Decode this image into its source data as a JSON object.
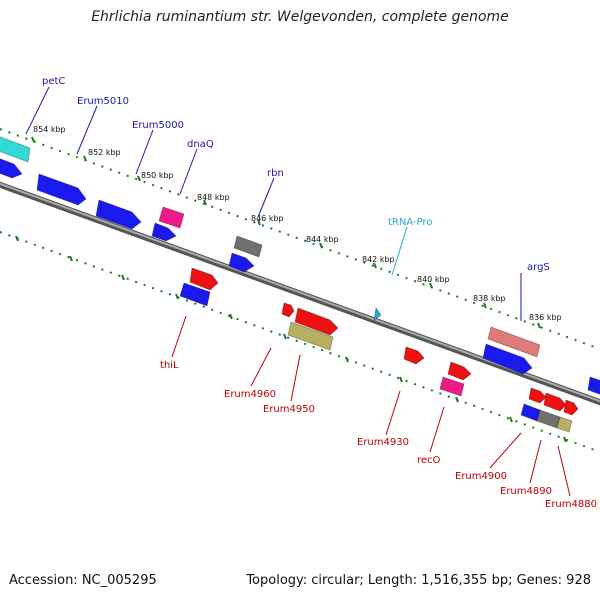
{
  "title": "Ehrlichia ruminantium str. Welgevonden, complete genome",
  "footer": {
    "accession": "Accession: NC_005295",
    "summary": "Topology: circular; Length: 1,516,355 bp; Genes: 928"
  },
  "colors": {
    "backbone": "#808080",
    "ticks": "#1f7a1f",
    "label_upper": "#1a1aa6",
    "label_lower": "#c00000",
    "label_trna": "#29a9d8",
    "gene_blue": "#1a1aee",
    "gene_red": "#ee1111",
    "gene_cyan": "#33d9d9",
    "gene_magenta": "#ee1a8a",
    "gene_gray": "#6f6f6f",
    "gene_olive": "#b8b060",
    "gene_pink": "#e07a7a"
  },
  "kbp_ticks": [
    "854 kbp",
    "852 kbp",
    "850 kbp",
    "848 kbp",
    "846 kbp",
    "844 kbp",
    "842 kbp",
    "840 kbp",
    "838 kbp",
    "836 kbp"
  ],
  "upper_labels": [
    "petC",
    "Erum5010",
    "Erum5000",
    "dnaQ",
    "rbn",
    "tRNA-Pro",
    "argS"
  ],
  "lower_labels": [
    "thiL",
    "Erum4960",
    "Erum4950",
    "Erum4930",
    "recO",
    "Erum4900",
    "Erum4890",
    "Erum4880"
  ]
}
